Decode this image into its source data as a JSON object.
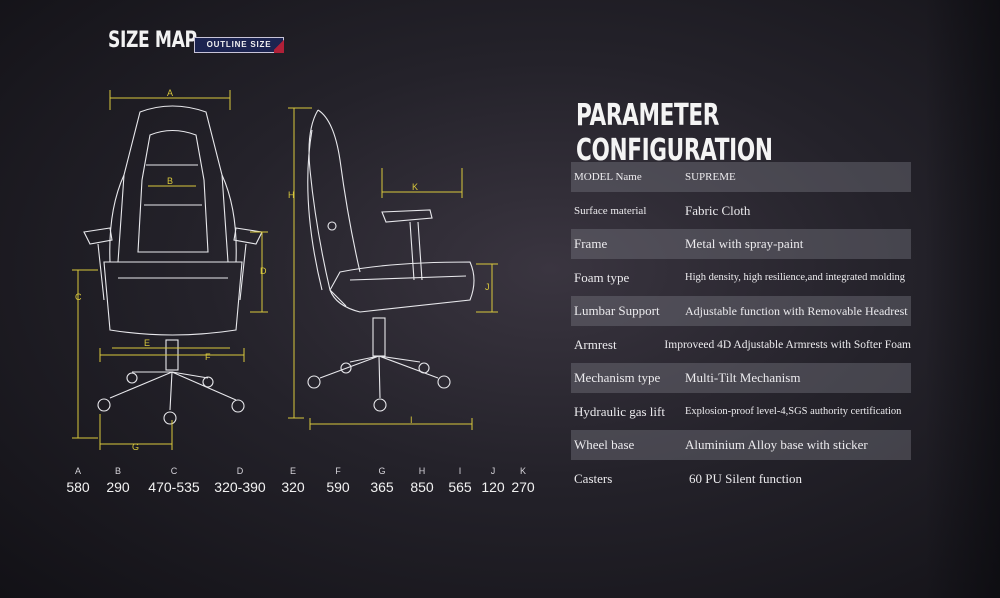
{
  "size_map": {
    "title": "SIZE MAP",
    "badge": "OUTLINE SIZE"
  },
  "diagram_labels": [
    "A",
    "B",
    "C",
    "D",
    "E",
    "F",
    "G",
    "H",
    "I",
    "J",
    "K"
  ],
  "dimensions": [
    {
      "key": "A",
      "value": "580"
    },
    {
      "key": "B",
      "value": "290"
    },
    {
      "key": "C",
      "value": "470-535"
    },
    {
      "key": "D",
      "value": "320-390"
    },
    {
      "key": "E",
      "value": "320"
    },
    {
      "key": "F",
      "value": "590"
    },
    {
      "key": "G",
      "value": "365"
    },
    {
      "key": "H",
      "value": "850"
    },
    {
      "key": "I",
      "value": "565"
    },
    {
      "key": "J",
      "value": "120"
    },
    {
      "key": "K",
      "value": "270"
    }
  ],
  "parameters": {
    "title": "PARAMETER CONFIGURATION",
    "rows": [
      {
        "label": "MODEL   Name",
        "value": "SUPREME"
      },
      {
        "label": "Surface material",
        "value": "Fabric Cloth"
      },
      {
        "label": "Frame",
        "value": "Metal with spray-paint"
      },
      {
        "label": "Foam   type",
        "value": "High density, high resilience,and integrated molding"
      },
      {
        "label": "Lumbar Support",
        "value": "Adjustable function with Removable Headrest"
      },
      {
        "label": "Armrest",
        "value": "Improveed 4D Adjustable Armrests with Softer Foam"
      },
      {
        "label": "Mechanism type",
        "value": "Multi-Tilt Mechanism"
      },
      {
        "label": "Hydraulic gas lift",
        "value": "Explosion-proof level-4,SGS authority certification"
      },
      {
        "label": "Wheel base",
        "value": "Aluminium Alloy base with sticker"
      },
      {
        "label": "Casters",
        "value": "60 PU Silent function"
      }
    ]
  },
  "colors": {
    "dimension_line": "#d9c83c",
    "badge_bg": "#1c2450",
    "badge_accent": "#b02038",
    "row_shade": "#78767f"
  }
}
